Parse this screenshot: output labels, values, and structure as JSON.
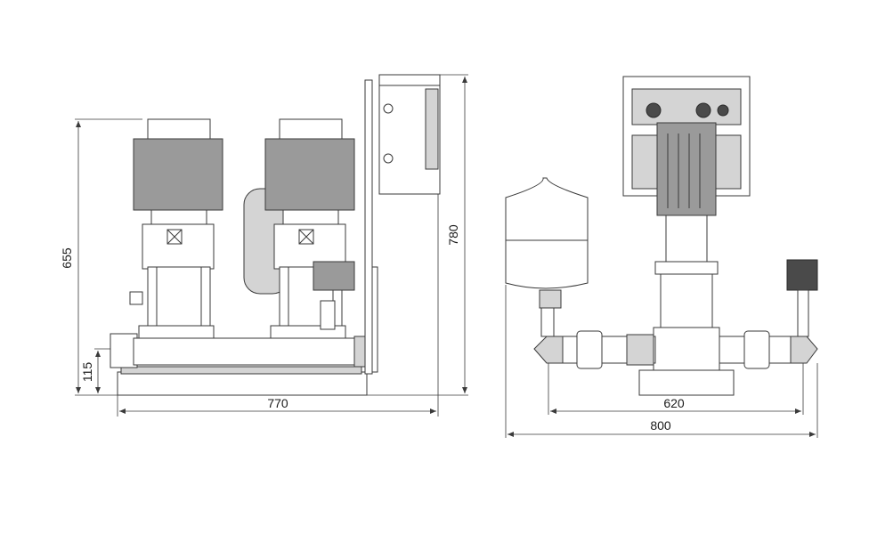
{
  "side_view": {
    "dimensions": {
      "overall_height": "655",
      "base_height": "115",
      "overall_width": "770",
      "panel_height": "780"
    }
  },
  "front_view": {
    "dimensions": {
      "inner_width": "620",
      "overall_width": "800"
    }
  }
}
